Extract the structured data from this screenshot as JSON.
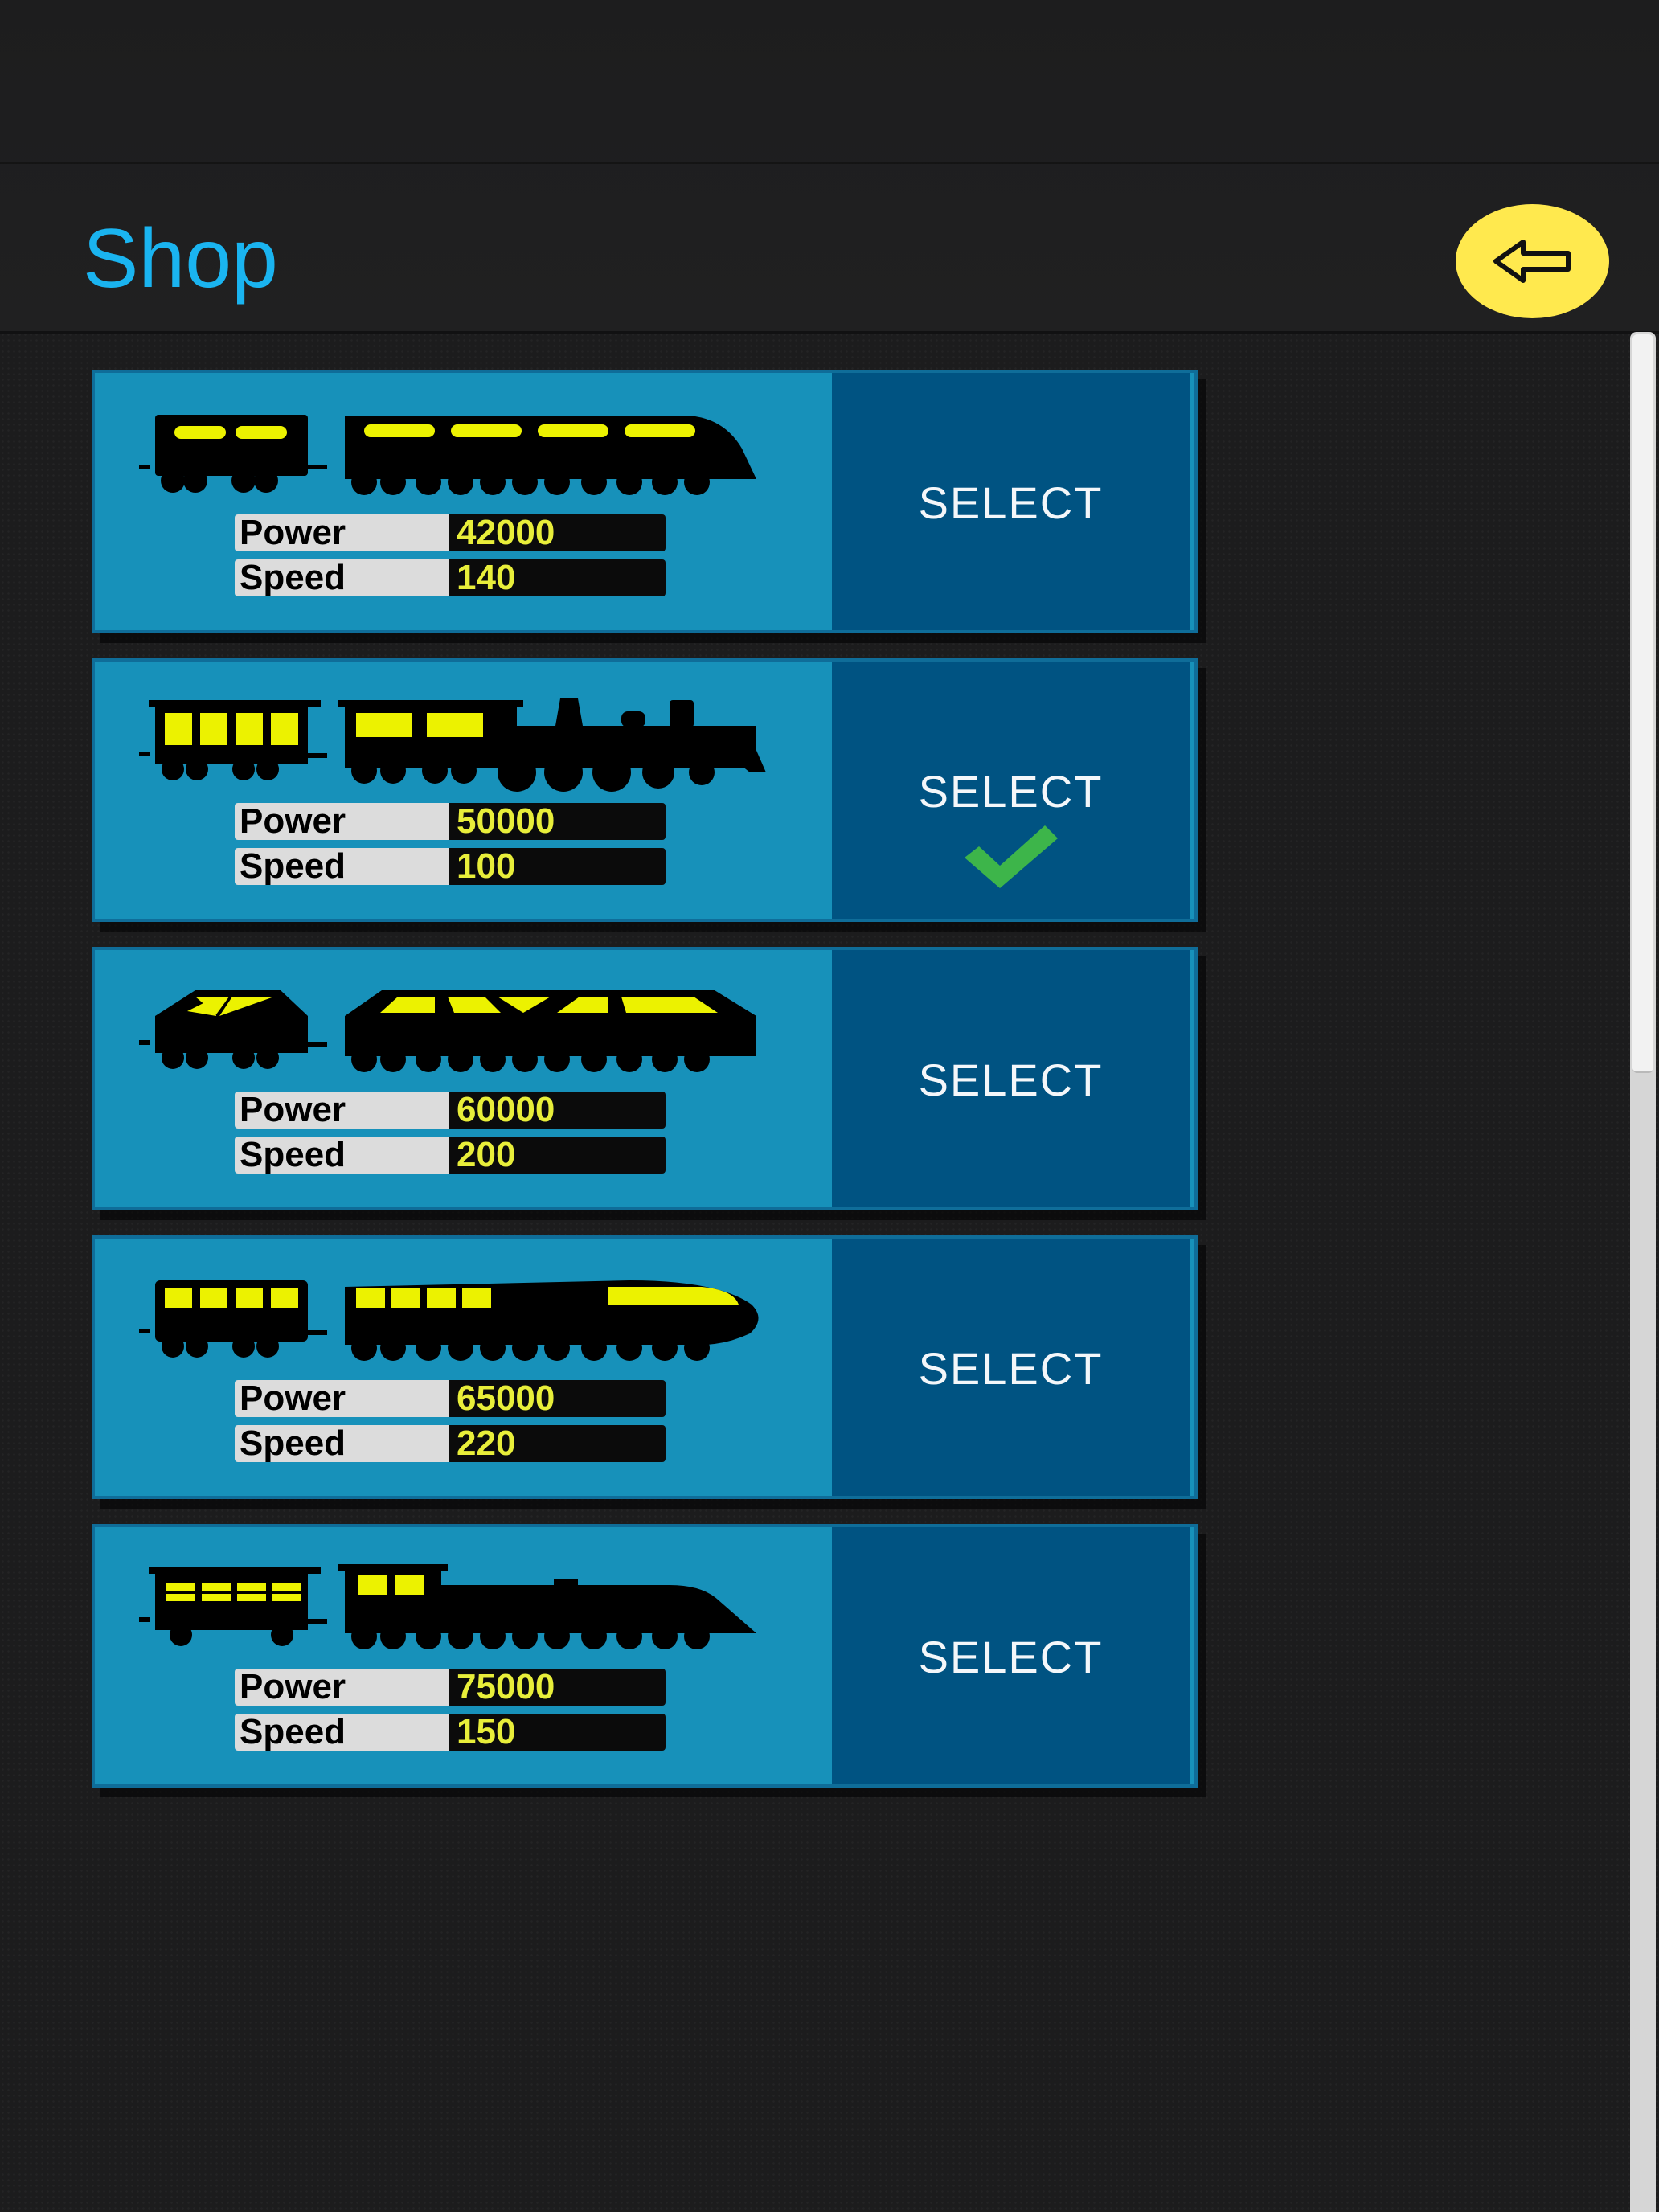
{
  "header": {
    "title": "Shop",
    "back_icon": "back-arrow-icon",
    "back_color": "#ffe94e",
    "title_color": "#1ab4f0"
  },
  "colors": {
    "card_bg": "#1791ba",
    "select_bg": "#005382",
    "value_text": "#e8ee3a",
    "check": "#3db54a"
  },
  "trains": [
    {
      "icon": "streamliner-train-icon",
      "power_label": "Power",
      "power": "42000",
      "speed_label": "Speed",
      "speed": "140",
      "select_label": "SELECT",
      "selected": false
    },
    {
      "icon": "steam-locomotive-icon",
      "power_label": "Power",
      "power": "50000",
      "speed_label": "Speed",
      "speed": "100",
      "select_label": "SELECT",
      "selected": true
    },
    {
      "icon": "freight-train-icon",
      "power_label": "Power",
      "power": "60000",
      "speed_label": "Speed",
      "speed": "200",
      "select_label": "SELECT",
      "selected": false
    },
    {
      "icon": "bullet-train-icon",
      "power_label": "Power",
      "power": "65000",
      "speed_label": "Speed",
      "speed": "220",
      "select_label": "SELECT",
      "selected": false
    },
    {
      "icon": "diesel-train-icon",
      "power_label": "Power",
      "power": "75000",
      "speed_label": "Speed",
      "speed": "150",
      "select_label": "SELECT",
      "selected": false
    }
  ]
}
